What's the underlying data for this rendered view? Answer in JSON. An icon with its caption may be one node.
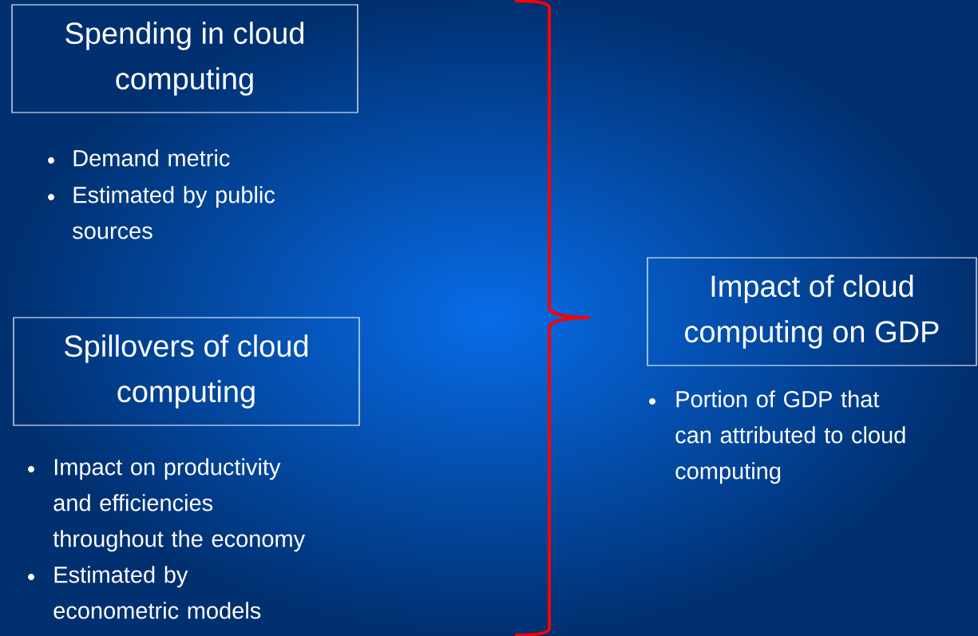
{
  "diagram": {
    "nodes": [
      {
        "text": [
          "Spending in cloud computing"
        ],
        "beside": [
          "Demand metric",
          "Estimated by public sources"
        ]
      },
      {
        "text": [
          "Spillovers of cloud computing"
        ],
        "beside": [
          "Impact on productivity and efficiencies throughout the economy",
          "Estimated by econometric models"
        ]
      },
      {
        "text": [
          "Impact of cloud computing on GDP"
        ],
        "beside": [
          "Portion of GDP that can attributed to cloud computing"
        ]
      }
    ]
  }
}
